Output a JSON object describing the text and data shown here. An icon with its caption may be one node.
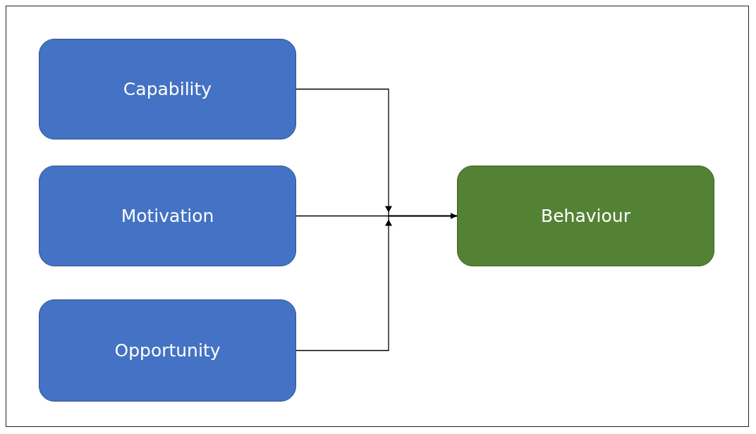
{
  "diagram": {
    "nodes": [
      {
        "text": [
          "Capability"
        ]
      },
      {
        "text": [
          "Motivation"
        ]
      },
      {
        "text": [
          "Opportunity"
        ]
      },
      {
        "text": [
          "Behaviour"
        ]
      }
    ],
    "edges": [
      {
        "from": 0,
        "to": 3,
        "arrow": "to"
      },
      {
        "from": 1,
        "to": 3,
        "arrow": "to"
      },
      {
        "from": 2,
        "to": 3,
        "arrow": "to"
      }
    ]
  }
}
